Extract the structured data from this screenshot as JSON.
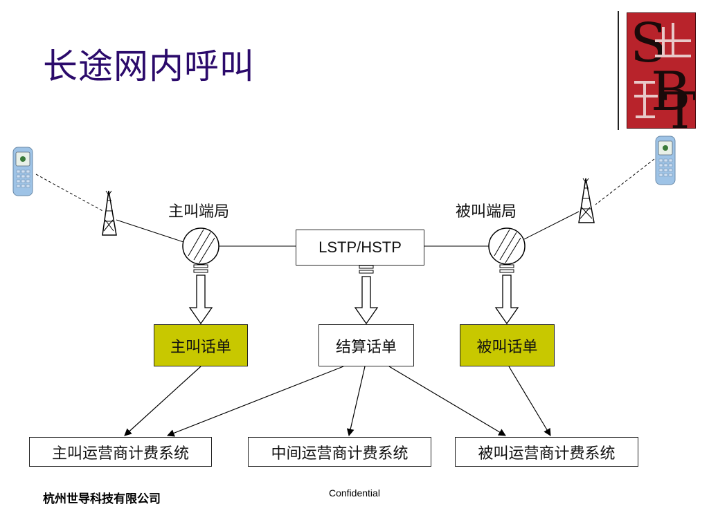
{
  "title": "长途网内呼叫",
  "nodes": {
    "calling_office": "主叫端局",
    "called_office": "被叫端局",
    "transit": "LSTP/HSTP"
  },
  "records": {
    "calling": "主叫话单",
    "settlement": "结算话单",
    "called": "被叫话单"
  },
  "billing": {
    "calling": "主叫运营商计费系统",
    "middle": "中间运营商计费系统",
    "called": "被叫运营商计费系统"
  },
  "footer": {
    "company": "杭州世导科技有限公司",
    "confidential": "Confidential"
  },
  "colors": {
    "title": "#2b0a6b",
    "record_highlight": "#c8c800",
    "logo_bg": "#b8232b"
  },
  "icons": [
    "mobile-phone-icon",
    "radio-tower-icon",
    "switch-node-icon",
    "down-arrow-icon",
    "company-logo"
  ]
}
